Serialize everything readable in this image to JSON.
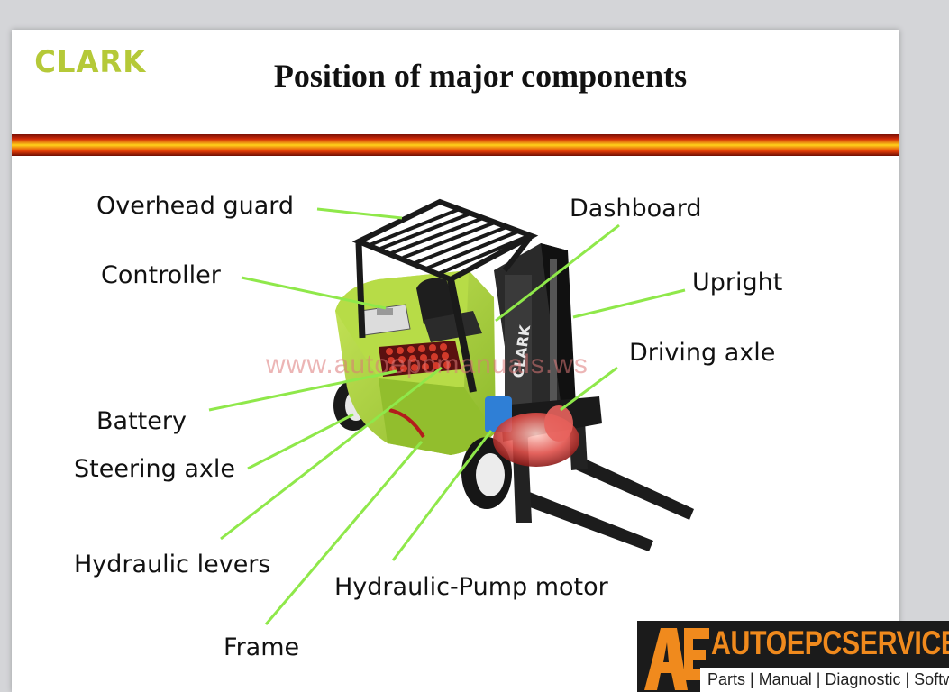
{
  "slide": {
    "logo": "CLARK",
    "title": "Position of major components"
  },
  "labels": {
    "overhead_guard": "Overhead guard",
    "controller": "Controller",
    "battery": "Battery",
    "steering_axle": "Steering axle",
    "hydraulic_levers": "Hydraulic levers",
    "frame": "Frame",
    "dashboard": "Dashboard",
    "upright": "Upright",
    "driving_axle": "Driving axle",
    "hydraulic_pump_motor": "Hydraulic-Pump motor"
  },
  "forklift_branding": "CLARK",
  "watermark": "www.autoepcmanuals.ws",
  "badge": {
    "mark": "AE",
    "name": "AUTOEPCSERVICE",
    "tagline": "Parts | Manual | Diagnostic | Software"
  },
  "colors": {
    "leader_line": "#8fe84a",
    "forklift_body": "#a8d23a",
    "logo": "#b5c938",
    "badge_orange": "#f08a1d"
  }
}
